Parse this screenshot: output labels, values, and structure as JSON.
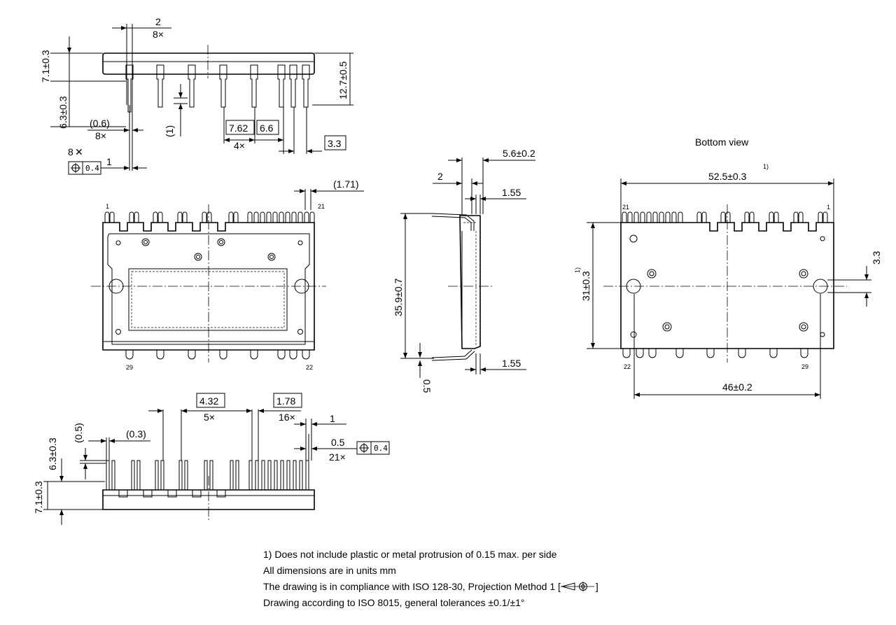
{
  "top_view": {
    "pitch_top": "2",
    "count_top": "8×",
    "height_a": "7.1±0.3",
    "height_b": "6.3±0.3",
    "height_right": "12.7±0.5",
    "pin_w": "(0.6)",
    "pin_w_count": "8×",
    "tol_count": "8",
    "tol_value": "0.4",
    "pin_one": "1",
    "step": "(1)",
    "pitch1": "7.62",
    "pitch2": "6.6",
    "pitch_count": "4×",
    "pitch3": "3.3"
  },
  "front_view": {
    "dim_171": "(1.71)",
    "pin_1": "1",
    "pin_21": "21",
    "pin_29": "29",
    "pin_22": "22"
  },
  "side_view": {
    "thick": "5.6±0.2",
    "dim_2": "2",
    "dim_155_top": "1.55",
    "height": "35.9±0.7",
    "dim_155_bot": "1.55",
    "dim_05": "0.5"
  },
  "bottom_view": {
    "title": "Bottom view",
    "width": "52.5±0.3",
    "width_note": "1)",
    "height": "31±0.3",
    "height_note": "1)",
    "dim_33": "3.3",
    "pin_21": "21",
    "pin_1": "1",
    "pin_22": "22",
    "pin_29": "29",
    "span": "46±0.2"
  },
  "lower_view": {
    "dim_05": "(0.5)",
    "dim_03": "(0.3)",
    "height_a": "6.3±0.3",
    "height_b": "7.1±0.3",
    "pitch_a": "4.32",
    "pitch_a_count": "5×",
    "pitch_b": "1.78",
    "pitch_b_count": "16×",
    "dim_1": "1",
    "pin_w": "0.5",
    "pin_w_count": "21×",
    "tol_value": "0.4"
  },
  "notes": [
    "1) Does not include plastic or metal protrusion of 0.15 max. per side",
    "All dimensions are in units mm",
    "The drawing is in compliance with ISO 128-30, Projection Method 1 [",
    "Drawing according to ISO 8015, general tolerances ±0.1/±1°"
  ]
}
